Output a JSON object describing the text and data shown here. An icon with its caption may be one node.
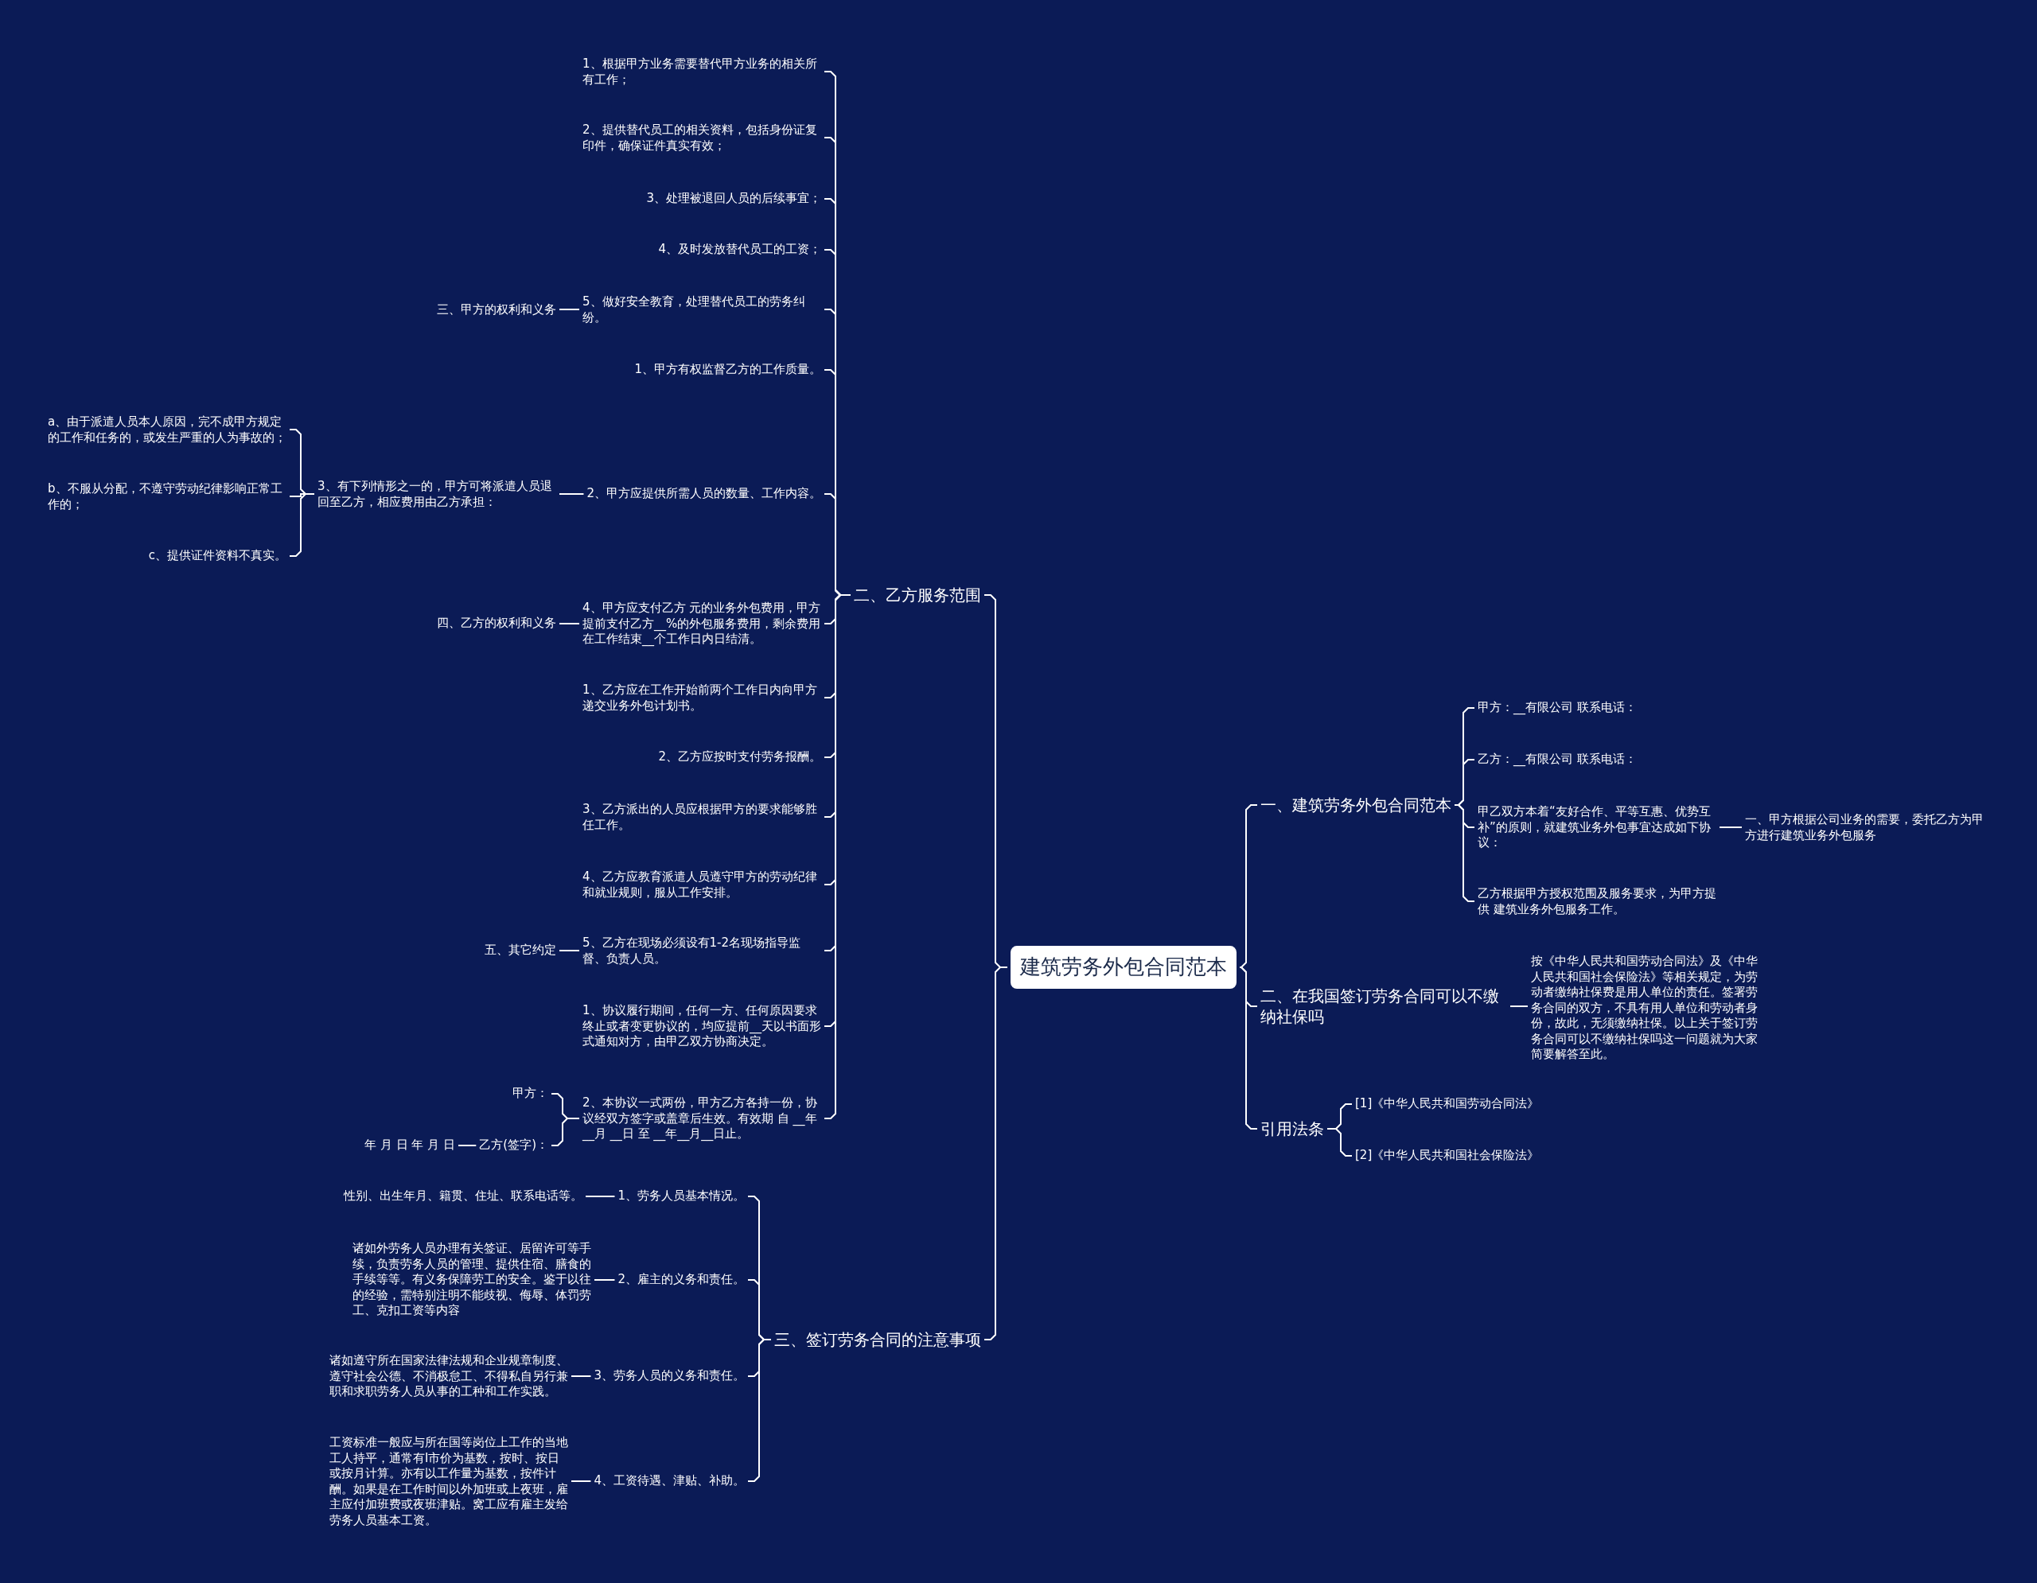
{
  "diagram": {
    "nodes": [
      {
        "text": [
          "建筑劳务外包合同范本"
        ]
      },
      {
        "text": [
          "一、建筑劳务外包合同范本"
        ]
      },
      {
        "text": [
          "甲方：__有限公司 联系电话："
        ]
      },
      {
        "text": [
          "乙方：__有限公司 联系电话："
        ]
      },
      {
        "text": [
          "甲乙双方本着“友好合作、平等互惠、优势互补”的原则，就建筑业务外包事宜达成如下协议："
        ]
      },
      {
        "text": [
          "一、甲方根据公司业务的需要，委托乙方为甲方进行建筑业务外包服务"
        ]
      },
      {
        "text": [
          "乙方根据甲方授权范围及服务要求，为甲方提供 建筑业务外包服务工作。"
        ]
      },
      {
        "text": [
          "二、在我国签订劳务合同可以不缴纳社保吗"
        ]
      },
      {
        "text": [
          "按《中华人民共和国劳动合同法》及《中华人民共和国社会保险法》等相关规定，为劳动者缴纳社保费是用人单位的责任。签署劳务合同的双方，不具有用人单位和劳动者身份，故此，无须缴纳社保。以上关于签订劳务合同可以不缴纳社保吗这一问题就为大家简要解答至此。"
        ]
      },
      {
        "text": [
          "引用法条"
        ]
      },
      {
        "text": [
          "[1]《中华人民共和国劳动合同法》"
        ]
      },
      {
        "text": [
          "[2]《中华人民共和国社会保险法》"
        ]
      },
      {
        "text": [
          "二、乙方服务范围"
        ]
      },
      {
        "text": [
          "1、根据甲方业务需要替代甲方业务的相关所有工作；"
        ]
      },
      {
        "text": [
          "2、提供替代员工的相关资料，包括身份证复印件，确保证件真实有效；"
        ]
      },
      {
        "text": [
          "3、处理被退回人员的后续事宜；"
        ]
      },
      {
        "text": [
          "4、及时发放替代员工的工资；"
        ]
      },
      {
        "text": [
          "5、做好安全教育，处理替代员工的劳务纠纷。"
        ]
      },
      {
        "text": [
          "三、甲方的权利和义务"
        ]
      },
      {
        "text": [
          "1、甲方有权监督乙方的工作质量。"
        ]
      },
      {
        "text": [
          "2、甲方应提供所需人员的数量、工作内容。"
        ]
      },
      {
        "text": [
          "3、有下列情形之一的，甲方可将派遣人员退回至乙方，相应费用由乙方承担："
        ]
      },
      {
        "text": [
          "a、由于派遣人员本人原因，完不成甲方规定的工作和任务的，或发生严重的人为事故的；"
        ]
      },
      {
        "text": [
          "b、不服从分配，不遵守劳动纪律影响正常工作的；"
        ]
      },
      {
        "text": [
          "c、提供证件资料不真实。"
        ]
      },
      {
        "text": [
          "4、甲方应支付乙方 元的业务外包费用，甲方提前支付乙方__%的外包服务费用，剩余费用在工作结束__个工作日内日结清。"
        ]
      },
      {
        "text": [
          "四、乙方的权利和义务"
        ]
      },
      {
        "text": [
          "1、乙方应在工作开始前两个工作日内向甲方递交业务外包计划书。"
        ]
      },
      {
        "text": [
          "2、乙方应按时支付劳务报酬。"
        ]
      },
      {
        "text": [
          "3、乙方派出的人员应根据甲方的要求能够胜任工作。"
        ]
      },
      {
        "text": [
          "4、乙方应教育派遣人员遵守甲方的劳动纪律和就业规则，服从工作安排。"
        ]
      },
      {
        "text": [
          "5、乙方在现场必须设有1-2名现场指导监督、负责人员。"
        ]
      },
      {
        "text": [
          "五、其它约定"
        ]
      },
      {
        "text": [
          "1、协议履行期间，任何一方、任何原因要求终止或者变更协议的，均应提前__天以书面形式通知对方，由甲乙双方协商决定。"
        ]
      },
      {
        "text": [
          "2、本协议一式两份，甲方乙方各持一份，协议经双方签字或盖章后生效。有效期 自 __年__月 __日 至 __年__月__日止。"
        ]
      },
      {
        "text": [
          "甲方："
        ]
      },
      {
        "text": [
          "乙方(签字)："
        ]
      },
      {
        "text": [
          "年 月 日 年 月 日"
        ]
      },
      {
        "text": [
          "三、签订劳务合同的注意事项"
        ]
      },
      {
        "text": [
          "1、劳务人员基本情况。"
        ]
      },
      {
        "text": [
          "性别、出生年月、籍贯、住址、联系电话等。"
        ]
      },
      {
        "text": [
          "2、雇主的义务和责任。"
        ]
      },
      {
        "text": [
          "诸如外劳务人员办理有关签证、居留许可等手续，负责劳务人员的管理、提供住宿、膳食的手续等等。有义务保障劳工的安全。鉴于以往的经验，需特别注明不能歧视、侮辱、体罚劳工、克扣工资等内容"
        ]
      },
      {
        "text": [
          "3、劳务人员的义务和责任。"
        ]
      },
      {
        "text": [
          "诸如遵守所在国家法律法规和企业规章制度、遵守社会公德、不消极怠工、不得私自另行兼职和求职劳务人员从事的工种和工作实践。"
        ]
      },
      {
        "text": [
          "4、工资待遇、津贴、补助。"
        ]
      },
      {
        "text": [
          "工资标准一般应与所在国等岗位上工作的当地工人持平，通常有I市价为基数，按时、按日或按月计算。亦有以工作量为基数，按件计酬。如果是在工作时间以外加班或上夜班，雇主应付加班费或夜班津贴。窝工应有雇主发给劳务人员基本工资。"
        ]
      }
    ],
    "edges": [
      {
        "from": 0,
        "to": 1,
        "arrow": "none"
      },
      {
        "from": 1,
        "to": 2,
        "arrow": "none"
      },
      {
        "from": 1,
        "to": 3,
        "arrow": "none"
      },
      {
        "from": 1,
        "to": 4,
        "arrow": "none"
      },
      {
        "from": 4,
        "to": 5,
        "arrow": "none"
      },
      {
        "from": 1,
        "to": 6,
        "arrow": "none"
      },
      {
        "from": 0,
        "to": 7,
        "arrow": "none"
      },
      {
        "from": 7,
        "to": 8,
        "arrow": "none"
      },
      {
        "from": 0,
        "to": 9,
        "arrow": "none"
      },
      {
        "from": 9,
        "to": 10,
        "arrow": "none"
      },
      {
        "from": 9,
        "to": 11,
        "arrow": "none"
      },
      {
        "from": 0,
        "to": 12,
        "arrow": "none"
      },
      {
        "from": 12,
        "to": 13,
        "arrow": "none"
      },
      {
        "from": 12,
        "to": 14,
        "arrow": "none"
      },
      {
        "from": 12,
        "to": 15,
        "arrow": "none"
      },
      {
        "from": 12,
        "to": 16,
        "arrow": "none"
      },
      {
        "from": 12,
        "to": 17,
        "arrow": "none"
      },
      {
        "from": 17,
        "to": 18,
        "arrow": "none"
      },
      {
        "from": 12,
        "to": 19,
        "arrow": "none"
      },
      {
        "from": 12,
        "to": 20,
        "arrow": "none"
      },
      {
        "from": 20,
        "to": 21,
        "arrow": "none"
      },
      {
        "from": 21,
        "to": 22,
        "arrow": "none"
      },
      {
        "from": 21,
        "to": 23,
        "arrow": "none"
      },
      {
        "from": 21,
        "to": 24,
        "arrow": "none"
      },
      {
        "from": 12,
        "to": 25,
        "arrow": "none"
      },
      {
        "from": 25,
        "to": 26,
        "arrow": "none"
      },
      {
        "from": 12,
        "to": 27,
        "arrow": "none"
      },
      {
        "from": 12,
        "to": 28,
        "arrow": "none"
      },
      {
        "from": 12,
        "to": 29,
        "arrow": "none"
      },
      {
        "from": 12,
        "to": 30,
        "arrow": "none"
      },
      {
        "from": 12,
        "to": 31,
        "arrow": "none"
      },
      {
        "from": 31,
        "to": 32,
        "arrow": "none"
      },
      {
        "from": 12,
        "to": 33,
        "arrow": "none"
      },
      {
        "from": 12,
        "to": 34,
        "arrow": "none"
      },
      {
        "from": 34,
        "to": 35,
        "arrow": "none"
      },
      {
        "from": 34,
        "to": 36,
        "arrow": "none"
      },
      {
        "from": 36,
        "to": 37,
        "arrow": "none"
      },
      {
        "from": 0,
        "to": 38,
        "arrow": "none"
      },
      {
        "from": 38,
        "to": 39,
        "arrow": "none"
      },
      {
        "from": 39,
        "to": 40,
        "arrow": "none"
      },
      {
        "from": 38,
        "to": 41,
        "arrow": "none"
      },
      {
        "from": 41,
        "to": 42,
        "arrow": "none"
      },
      {
        "from": 38,
        "to": 43,
        "arrow": "none"
      },
      {
        "from": 43,
        "to": 44,
        "arrow": "none"
      },
      {
        "from": 38,
        "to": 45,
        "arrow": "none"
      },
      {
        "from": 45,
        "to": 46,
        "arrow": "none"
      }
    ]
  }
}
